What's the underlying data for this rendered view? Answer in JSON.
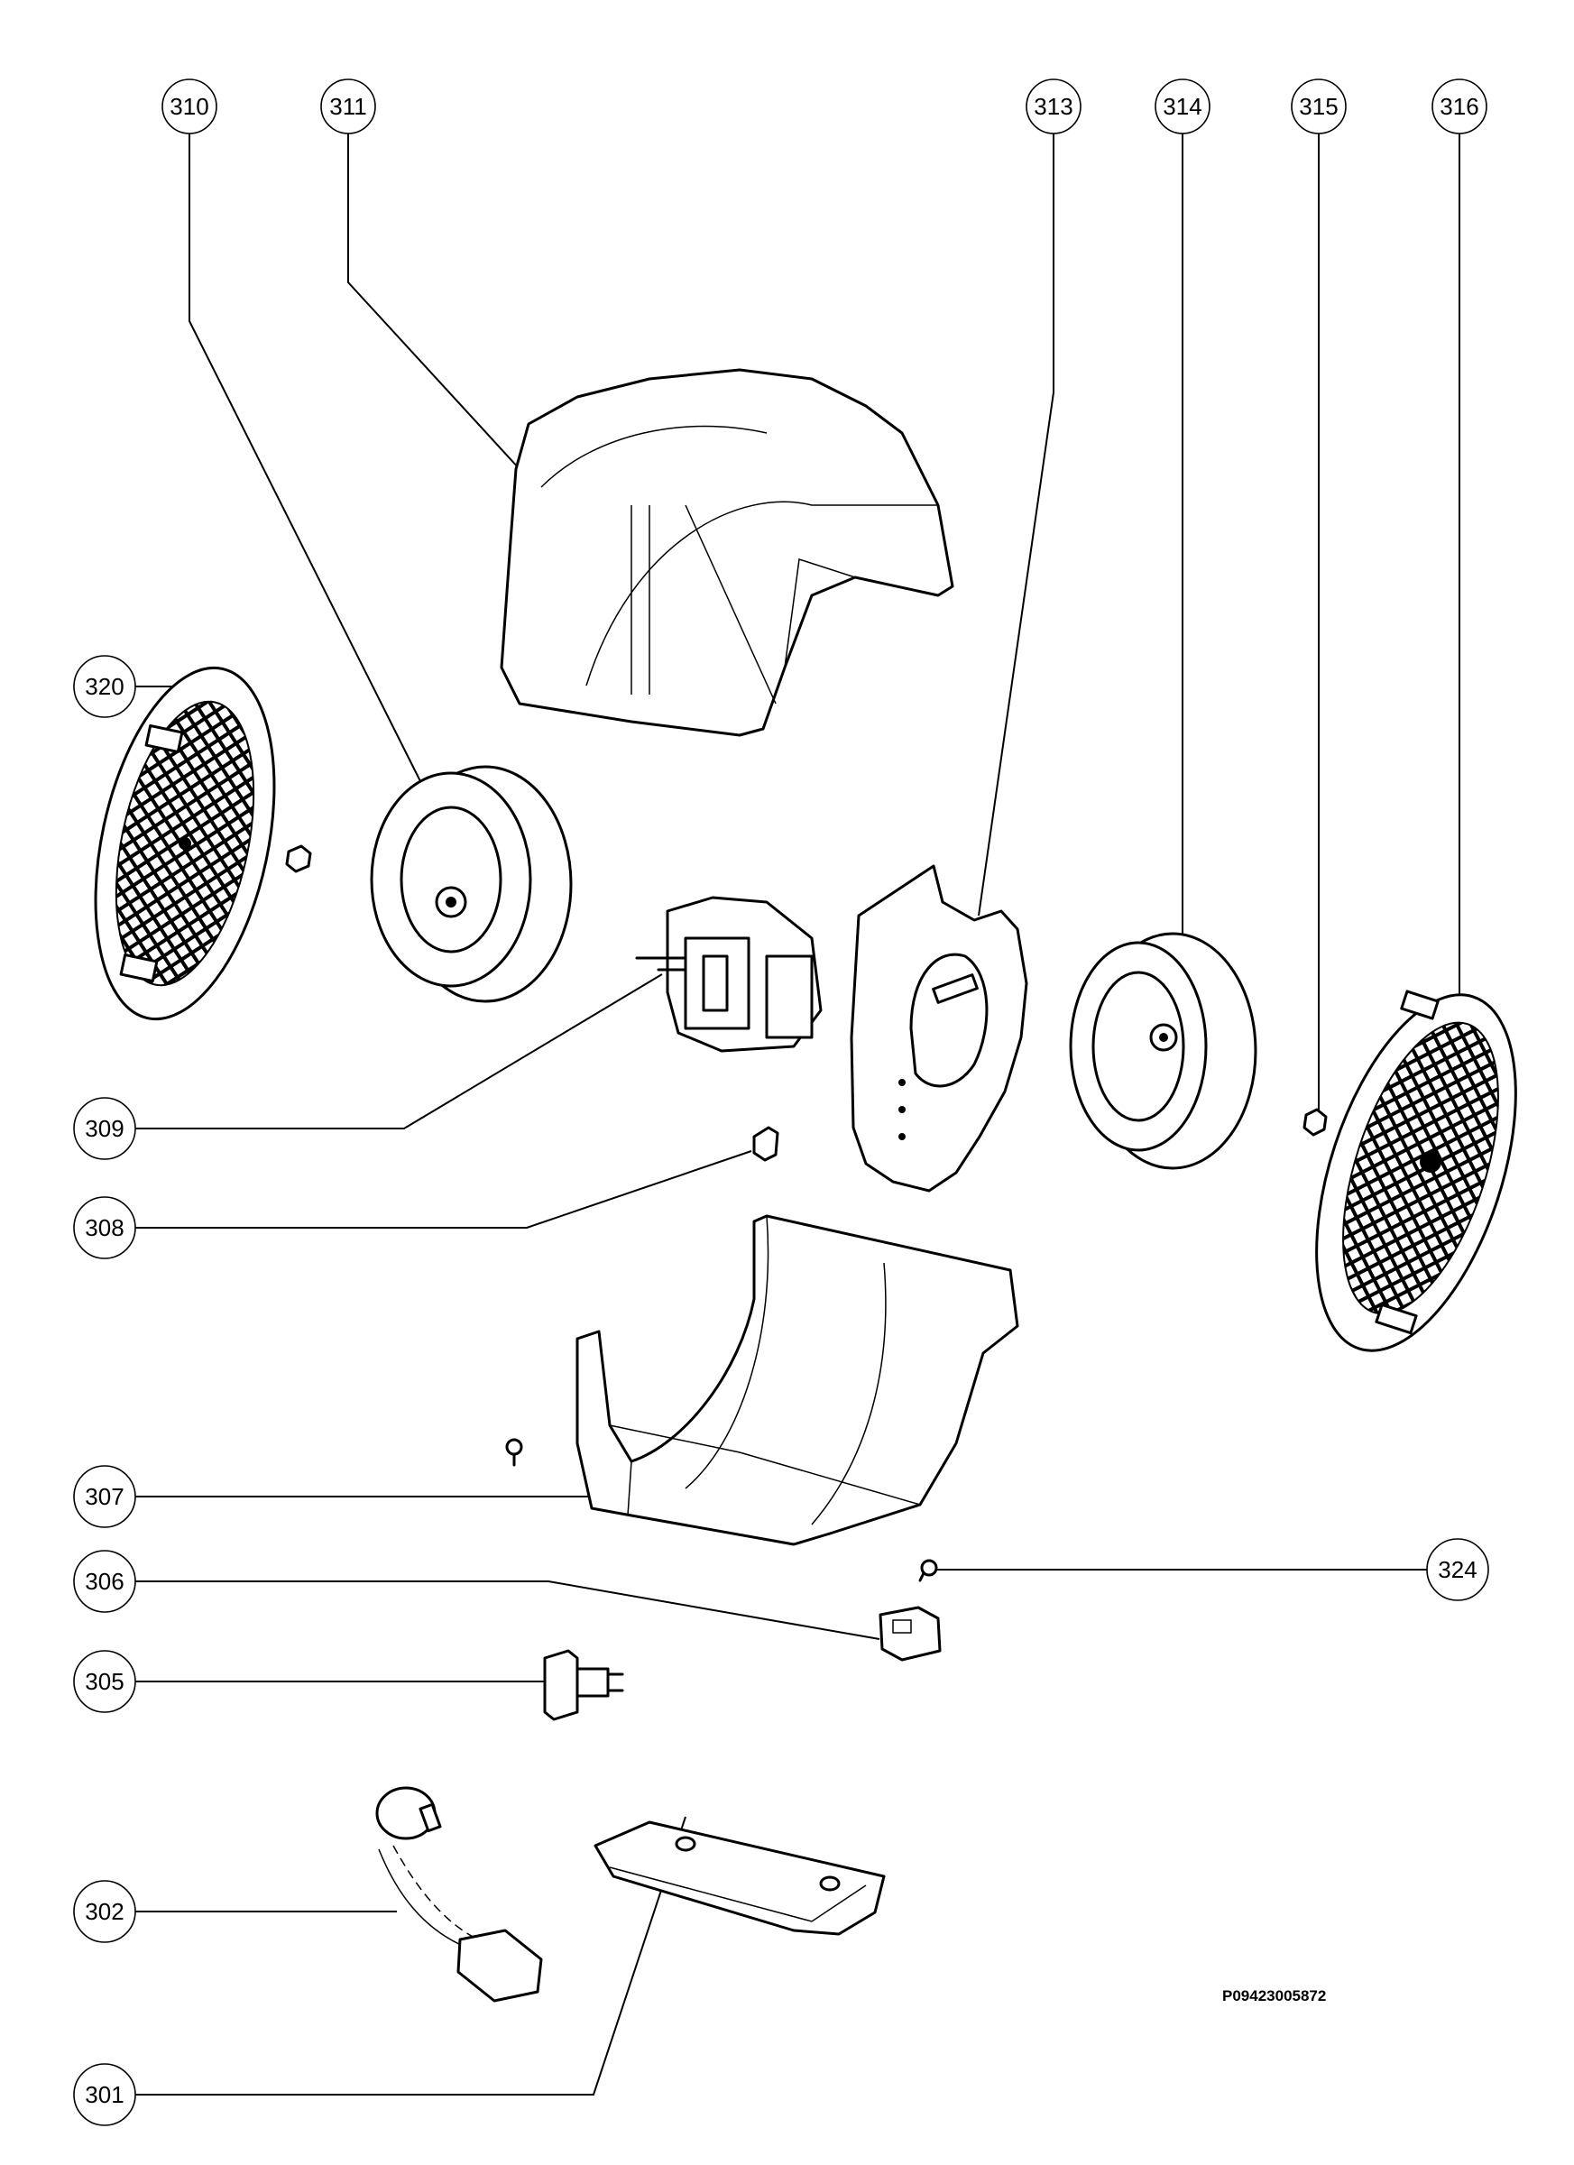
{
  "document_code": "P09423005872",
  "callouts": [
    {
      "id": "c310",
      "label": "310"
    },
    {
      "id": "c311",
      "label": "311"
    },
    {
      "id": "c313",
      "label": "313"
    },
    {
      "id": "c314",
      "label": "314"
    },
    {
      "id": "c315",
      "label": "315"
    },
    {
      "id": "c316",
      "label": "316"
    },
    {
      "id": "c320",
      "label": "320"
    },
    {
      "id": "c309",
      "label": "309"
    },
    {
      "id": "c308",
      "label": "308"
    },
    {
      "id": "c307",
      "label": "307"
    },
    {
      "id": "c324",
      "label": "324"
    },
    {
      "id": "c306",
      "label": "306"
    },
    {
      "id": "c305",
      "label": "305"
    },
    {
      "id": "c302",
      "label": "302"
    },
    {
      "id": "c301",
      "label": "301"
    }
  ]
}
